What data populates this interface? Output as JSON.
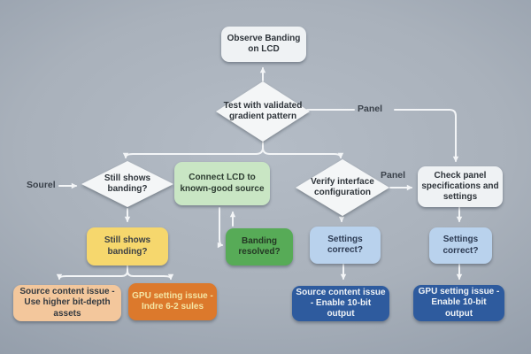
{
  "flowchart": {
    "background": "#a9b1bb",
    "connector_color": "#f3f5f7",
    "nodes": [
      {
        "id": "observe-banding",
        "shape": "rounded-box",
        "color": "#eff2f4",
        "label": "Observe Banding on LCD"
      },
      {
        "id": "test-gradient",
        "shape": "diamond",
        "color": "#f4f6f7",
        "label": "Test with validated gradient pattern"
      },
      {
        "id": "still-shows-decision",
        "shape": "diamond",
        "color": "#f4f6f7",
        "label": "Still shows banding?"
      },
      {
        "id": "connect-lcd",
        "shape": "rounded-box",
        "color": "#c9e6c4",
        "label": "Connect LCD to known-good source"
      },
      {
        "id": "verify-interface",
        "shape": "diamond",
        "color": "#f4f6f7",
        "label": "Verify interface configuration"
      },
      {
        "id": "check-panel",
        "shape": "rounded-box",
        "color": "#eff2f4",
        "label": "Check panel specifications and settings"
      },
      {
        "id": "still-shows-step",
        "shape": "rounded-box",
        "color": "#f6d76d",
        "label": "Still shows banding?"
      },
      {
        "id": "banding-resolved",
        "shape": "rounded-box",
        "color": "#57ab57",
        "label": "Banding resolved?"
      },
      {
        "id": "settings-correct-left",
        "shape": "rounded-box",
        "color": "#b9d2ed",
        "label": "Settings correct?"
      },
      {
        "id": "settings-correct-right",
        "shape": "rounded-box",
        "color": "#b9d2ed",
        "label": "Settings correct?"
      },
      {
        "id": "source-content-bitdepth",
        "shape": "rounded-box",
        "color": "#f3c79c",
        "label": "Source content issue - Use higher bit-depth assets"
      },
      {
        "id": "gpu-setting-indre",
        "shape": "rounded-box",
        "color": "#dc792c",
        "label": "GPU setting issue - Indre 6-2 sules"
      },
      {
        "id": "source-content-10bit",
        "shape": "rounded-box",
        "color": "#2e5b9e",
        "label": "Source content issue - Enable 10-bit output"
      },
      {
        "id": "gpu-setting-10bit",
        "shape": "rounded-box",
        "color": "#2e5b9e",
        "label": "GPU setting issue - Enable 10-bit output"
      }
    ],
    "edge_labels": {
      "source": "Sourel",
      "panel_top": "Panel",
      "panel_mid": "Panel"
    }
  }
}
